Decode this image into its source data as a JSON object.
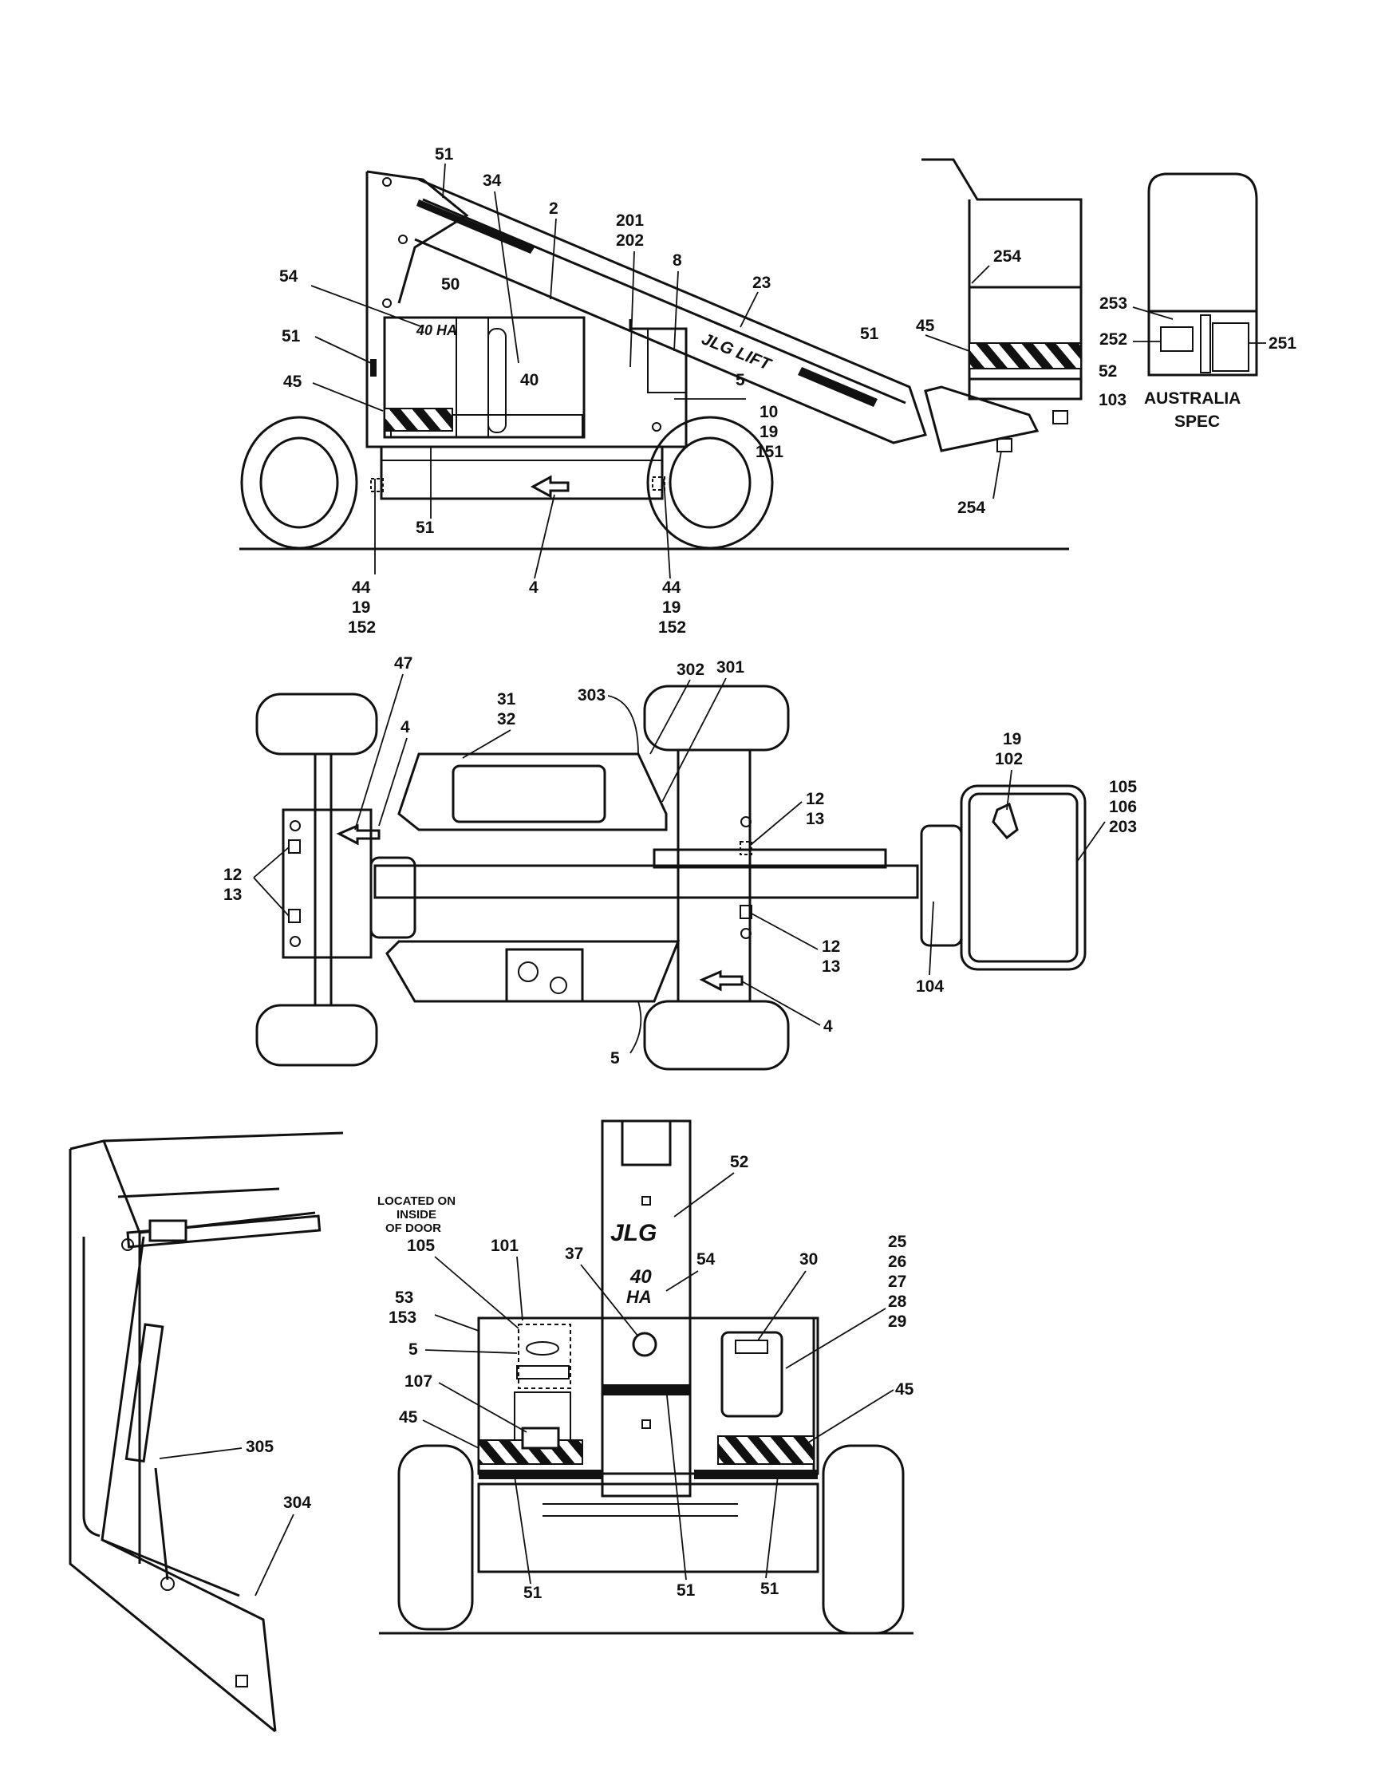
{
  "side_view": {
    "labels": [
      "51",
      "34",
      "2",
      "201",
      "202",
      "8",
      "23",
      "54",
      "50",
      "51",
      "40",
      "5",
      "45",
      "10",
      "19",
      "151",
      "51",
      "44",
      "19",
      "152",
      "4",
      "44",
      "19",
      "152",
      "45",
      "51",
      "52",
      "103",
      "254"
    ],
    "logo": "JLG LIFT",
    "model_mark": "40 HA"
  },
  "australia_inset": {
    "labels": [
      "253",
      "252",
      "251"
    ],
    "caption_line1": "AUSTRALIA",
    "caption_line2": "SPEC"
  },
  "top_view": {
    "labels": [
      "47",
      "31",
      "32",
      "303",
      "302",
      "301",
      "4",
      "19",
      "102",
      "105",
      "106",
      "203",
      "12",
      "13",
      "12",
      "13",
      "12",
      "13",
      "104",
      "5",
      "4"
    ]
  },
  "rear_view": {
    "note_line1": "LOCATED ON",
    "note_line2": "INSIDE",
    "note_line3": "OF DOOR",
    "labels": [
      "52",
      "105",
      "101",
      "37",
      "54",
      "30",
      "25",
      "26",
      "27",
      "28",
      "29",
      "53",
      "153",
      "5",
      "107",
      "45",
      "45",
      "51",
      "51",
      "51"
    ],
    "logo": "JLG",
    "model_line1": "40",
    "model_line2": "HA"
  },
  "detail_view": {
    "labels": [
      "305",
      "304"
    ]
  }
}
